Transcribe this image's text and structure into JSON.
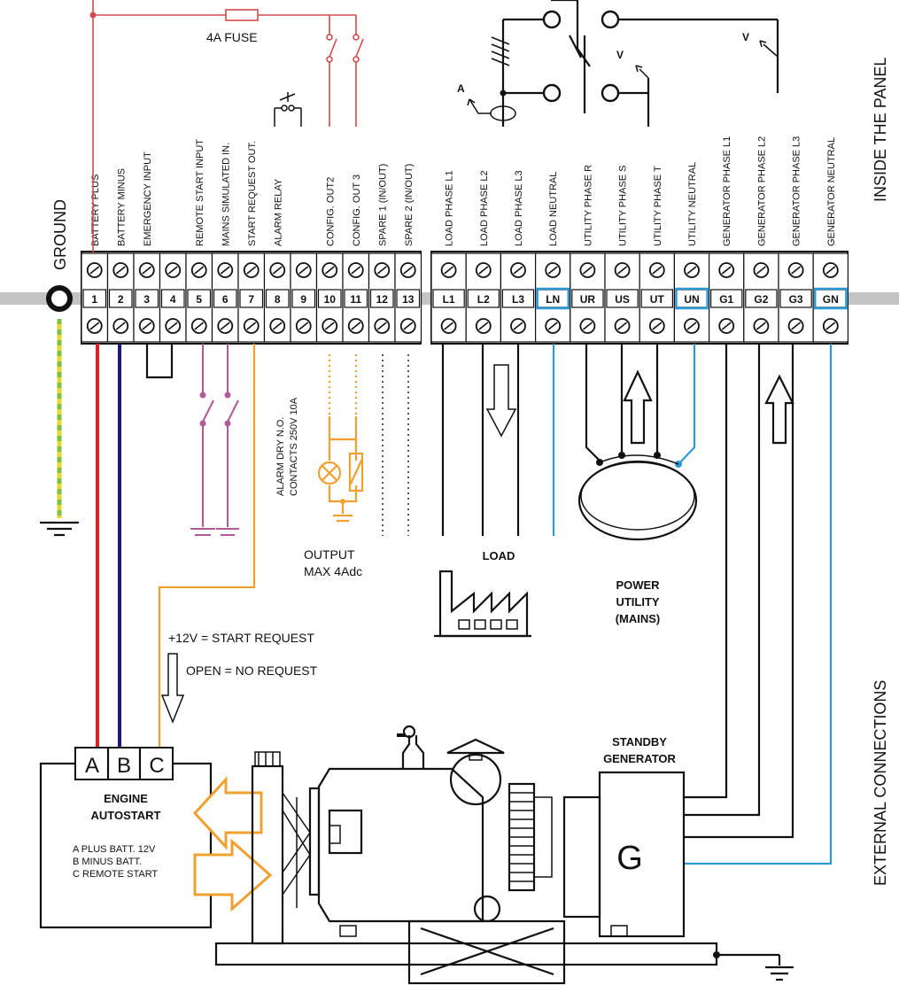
{
  "panel": {
    "inside_label": "INSIDE THE PANEL",
    "external_label": "EXTERNAL CONNECTIONS",
    "ground_label": "GROUND",
    "fuse_label": "4A FUSE"
  },
  "terminals_left": [
    {
      "num": "1",
      "label": "BATTERY PLUS"
    },
    {
      "num": "2",
      "label": "BATTERY MINUS"
    },
    {
      "num": "3",
      "label": "EMERGENCY INPUT"
    },
    {
      "num": "4",
      "label": ""
    },
    {
      "num": "5",
      "label": "REMOTE START INPUT"
    },
    {
      "num": "6",
      "label": "MAINS SIMULATED IN."
    },
    {
      "num": "7",
      "label": "START REQUEST OUT."
    },
    {
      "num": "8",
      "label": "ALARM RELAY"
    },
    {
      "num": "9",
      "label": ""
    },
    {
      "num": "10",
      "label": "CONFIG. OUT2"
    },
    {
      "num": "11",
      "label": "CONFIG. OUT 3"
    },
    {
      "num": "12",
      "label": "SPARE 1 (IN/OUT)"
    },
    {
      "num": "13",
      "label": "SPARE 2 (IN/OUT)"
    }
  ],
  "terminals_right": [
    {
      "num": "L1",
      "label": "LOAD PHASE L1"
    },
    {
      "num": "L2",
      "label": "LOAD PHASE L2"
    },
    {
      "num": "L3",
      "label": "LOAD PHASE L3"
    },
    {
      "num": "LN",
      "label": "LOAD NEUTRAL"
    },
    {
      "num": "UR",
      "label": "UTILITY PHASE R"
    },
    {
      "num": "US",
      "label": "UTILITY PHASE S"
    },
    {
      "num": "UT",
      "label": "UTILITY PHASE T"
    },
    {
      "num": "UN",
      "label": "UTILITY NEUTRAL"
    },
    {
      "num": "G1",
      "label": "GENERATOR PHASE L1"
    },
    {
      "num": "G2",
      "label": "GENERATOR PHASE L2"
    },
    {
      "num": "G3",
      "label": "GENERATOR PHASE L3"
    },
    {
      "num": "GN",
      "label": "GENERATOR NEUTRAL"
    }
  ],
  "meters": {
    "ammeter": "A",
    "voltmeter": "V"
  },
  "alarm_contacts": {
    "line1": "ALARM DRY N.O.",
    "line2": "CONTACTS 250V 10A"
  },
  "output": {
    "line1": "OUTPUT",
    "line2": "MAX 4Adc"
  },
  "load_label": "LOAD",
  "utility": {
    "line1": "POWER",
    "line2": "UTILITY",
    "line3": "(MAINS)"
  },
  "start_request": {
    "line1": "+12V  = START REQUEST",
    "line2": "OPEN  = NO REQUEST"
  },
  "autostart": {
    "terminals": [
      "A",
      "B",
      "C"
    ],
    "title1": "ENGINE",
    "title2": "AUTOSTART",
    "notes": [
      "A PLUS BATT. 12V",
      "B MINUS BATT.",
      "C REMOTE START"
    ]
  },
  "generator": {
    "title1": "STANDBY",
    "title2": "GENERATOR",
    "symbol": "G"
  },
  "colors": {
    "battery_plus": "#d32323",
    "battery_minus": "#1e1a78",
    "signal": "#f0a030",
    "neutral": "#2a9ad6",
    "input": "#b05a9a",
    "earth": "#7cc242"
  }
}
